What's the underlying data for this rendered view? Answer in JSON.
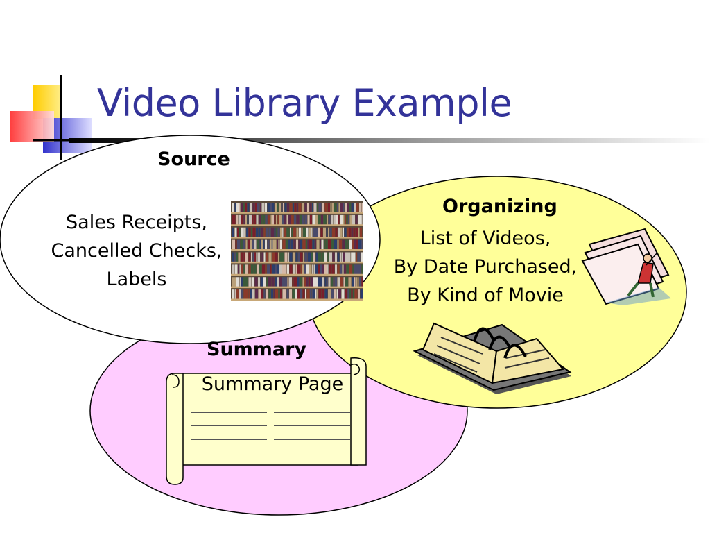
{
  "slide": {
    "title": "Video Library Example"
  },
  "diagram": {
    "source": {
      "heading": "Source",
      "lines": [
        "Sales Receipts,",
        "Cancelled Checks,",
        "Labels"
      ]
    },
    "organizing": {
      "heading": "Organizing",
      "lines": [
        "List of Videos,",
        "By Date Purchased,",
        "By Kind of Movie"
      ]
    },
    "summary": {
      "heading": "Summary",
      "scroll_title": "Summary Page"
    }
  },
  "colors": {
    "title": "#333399",
    "source_circle": "#ffffff",
    "organizing_circle": "#ffff99",
    "summary_circle": "#ffccff",
    "scroll": "#ffffcc",
    "accent_yellow": "#ffcc00",
    "accent_red": "#ff3333",
    "accent_blue": "#3333cc"
  },
  "icons": {
    "shelf": "video-shelf-photo-icon",
    "folder": "file-folder-icon",
    "book": "open-binder-book-icon",
    "scroll": "paper-scroll-icon"
  }
}
